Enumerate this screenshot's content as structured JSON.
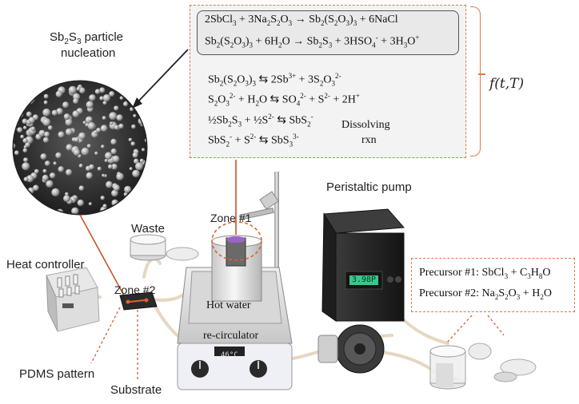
{
  "labels": {
    "nucleation_title": "Sb2S3 particle",
    "nucleation_title_tail": "nucleation",
    "zone1": "Zone #1",
    "zone2": "Zone #2",
    "waste": "Waste",
    "heat_controller": "Heat controller",
    "peristaltic_pump": "Peristaltic pump",
    "pdms_pattern": "PDMS pattern",
    "substrate": "Substrate",
    "hot_water": "Hot water",
    "recirculator": "re-circulator",
    "function": "f(t,T)",
    "dissolving_1": "Dissolving",
    "dissolving_2": "rxn",
    "pump_display": "3.98P",
    "recirc_display": "46°C"
  },
  "reactions_boxed": [
    "2SbCl3 + 3Na2S2O3 → Sb2(S2O3)3 + 6NaCl",
    "Sb2(S2O3)3 + 6H2O → Sb2S3 + 3HSO4- + 3H3O+"
  ],
  "reactions_dissolving": [
    "Sb2(S2O3)3 ⇆ 2Sb3+ + 3S2O32-",
    "S2O32- + H2O ⇆ SO42- + S2- + 2H+",
    "½Sb2S3 + ½S2- ⇆ SbS2-",
    "SbS2- + S2- ⇆ SbS33-"
  ],
  "precursors": [
    "Precursor #1: SbCl3 + C3H8O",
    "Precursor #2: Na2S2O3 + H2O"
  ],
  "colors": {
    "accent_dashed": "#e07a4a",
    "connector_line": "#c8542a",
    "box_fill": "#f3f3f3",
    "lcd_green": "#3fc48c"
  }
}
